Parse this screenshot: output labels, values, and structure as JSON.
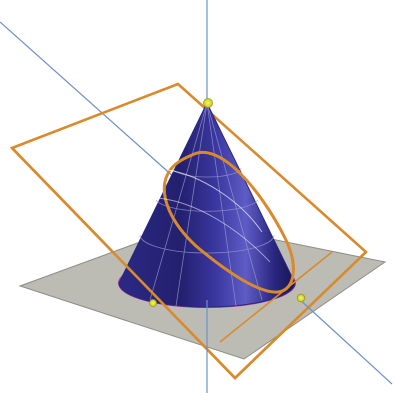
{
  "scene": {
    "objects": [
      "cone",
      "base-plane",
      "cutting-plane",
      "elliptical-section",
      "axis-line",
      "diagonal-line"
    ],
    "points": [
      "cone-apex-point",
      "base-point-left",
      "plane-intersection-point"
    ]
  },
  "colors": {
    "background": "#ffffff",
    "cone_fill": "#1f1c6e",
    "cone_dark": "#15124f",
    "cone_light": "#4a47a8",
    "cone_highlight": "#6b69c7",
    "base_plane": "#b7b7b0",
    "base_plane_edge": "#7f7f7a",
    "cutting_plane": "#d98a2c",
    "ellipse": "#d98a2c",
    "axis_line": "#6e8fc7",
    "base_circle": "#b03aa0",
    "points": "#e4e63a",
    "surface_lines": "#9c9ad0"
  }
}
